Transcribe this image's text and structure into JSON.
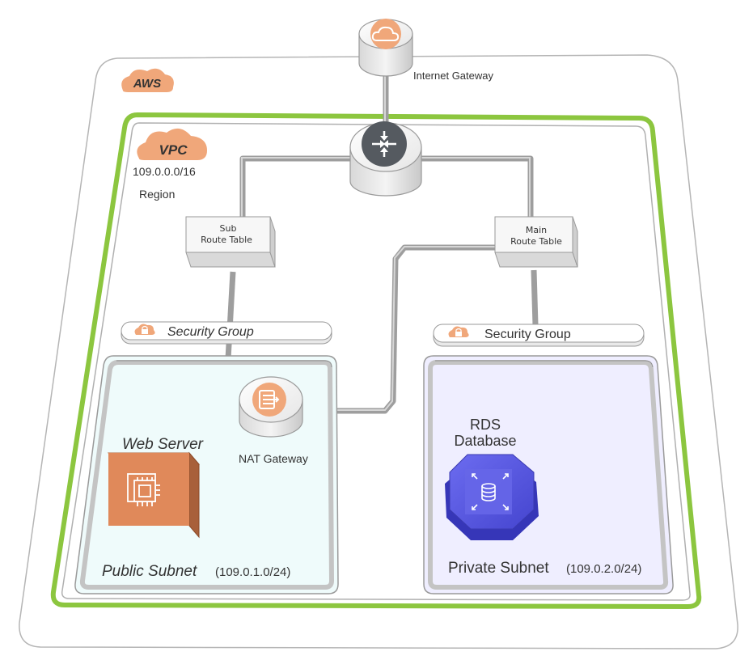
{
  "aws": {
    "badge": "AWS"
  },
  "internet_gateway": {
    "label": "Internet Gateway",
    "icon": "cloud-icon"
  },
  "vpc": {
    "badge": "VPC",
    "cidr": "109.0.0.0/16",
    "region": "Region"
  },
  "router": {
    "icon": "router-icon"
  },
  "sub_route_table": {
    "line1": "Sub",
    "line2": "Route Table"
  },
  "main_route_table": {
    "line1": "Main",
    "line2": "Route Table"
  },
  "public_security_group": {
    "label": "Security Group",
    "icon": "lock-icon"
  },
  "private_security_group": {
    "label": "Security Group",
    "icon": "lock-icon"
  },
  "public_subnet": {
    "name": "Public Subnet",
    "cidr": "(109.0.1.0/24)"
  },
  "private_subnet": {
    "name": "Private Subnet",
    "cidr": "(109.0.2.0/24)"
  },
  "web_server": {
    "label": "Web Server",
    "icon": "ec2-instance-icon"
  },
  "nat_gateway": {
    "label": "NAT Gateway",
    "icon": "nat-gateway-icon"
  },
  "rds": {
    "line1": "RDS",
    "line2": "Database",
    "icon": "rds-database-icon"
  },
  "colors": {
    "aws_orange": "#F0A77A",
    "vpc_green": "#8CC63F",
    "public_fill": "#EFFBFB",
    "private_fill": "#EFEEFF",
    "connector": "#9E9E9E",
    "rds_blue": "#4D4DDB",
    "web_server_orange": "#E0895A"
  }
}
